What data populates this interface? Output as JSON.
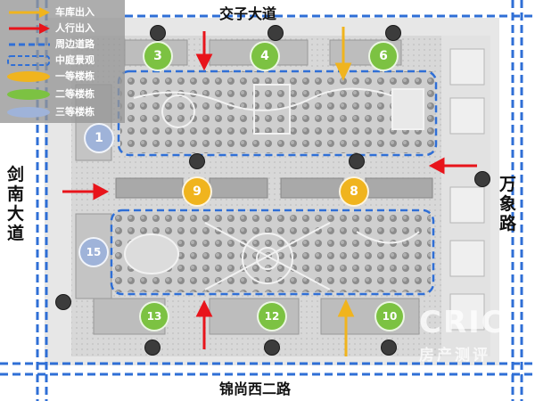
{
  "legend": {
    "items": [
      {
        "label": "车库出入",
        "symbol": "arrow",
        "color": "#f0b41e"
      },
      {
        "label": "人行出入",
        "symbol": "arrow",
        "color": "#e8141b"
      },
      {
        "label": "周边道路",
        "symbol": "dashed-line",
        "color": "#2f6fd6"
      },
      {
        "label": "中庭景观",
        "symbol": "dashed-rect",
        "color": "#2f6fd6"
      },
      {
        "label": "一等楼栋",
        "symbol": "ellipse",
        "color": "#f0b41e"
      },
      {
        "label": "二等楼栋",
        "symbol": "ellipse",
        "color": "#7cc242"
      },
      {
        "label": "三等楼栋",
        "symbol": "ellipse",
        "color": "#9fb3d9"
      }
    ]
  },
  "roads": {
    "north": "交子大道",
    "south": "锦尚西二路",
    "west": "剑南大道",
    "east": "万象路"
  },
  "buildings": [
    {
      "id": "3",
      "tier": "green"
    },
    {
      "id": "4",
      "tier": "green"
    },
    {
      "id": "6",
      "tier": "green"
    },
    {
      "id": "1",
      "tier": "blue"
    },
    {
      "id": "9",
      "tier": "yellow"
    },
    {
      "id": "8",
      "tier": "yellow"
    },
    {
      "id": "15",
      "tier": "blue"
    },
    {
      "id": "13",
      "tier": "green"
    },
    {
      "id": "12",
      "tier": "green"
    },
    {
      "id": "10",
      "tier": "green"
    }
  ],
  "watermark": {
    "main": "CRIC",
    "sub": "房产测评"
  },
  "colors": {
    "road": "#2f6fd6",
    "pedestrian": "#e8141b",
    "garage": "#f0b41e"
  }
}
